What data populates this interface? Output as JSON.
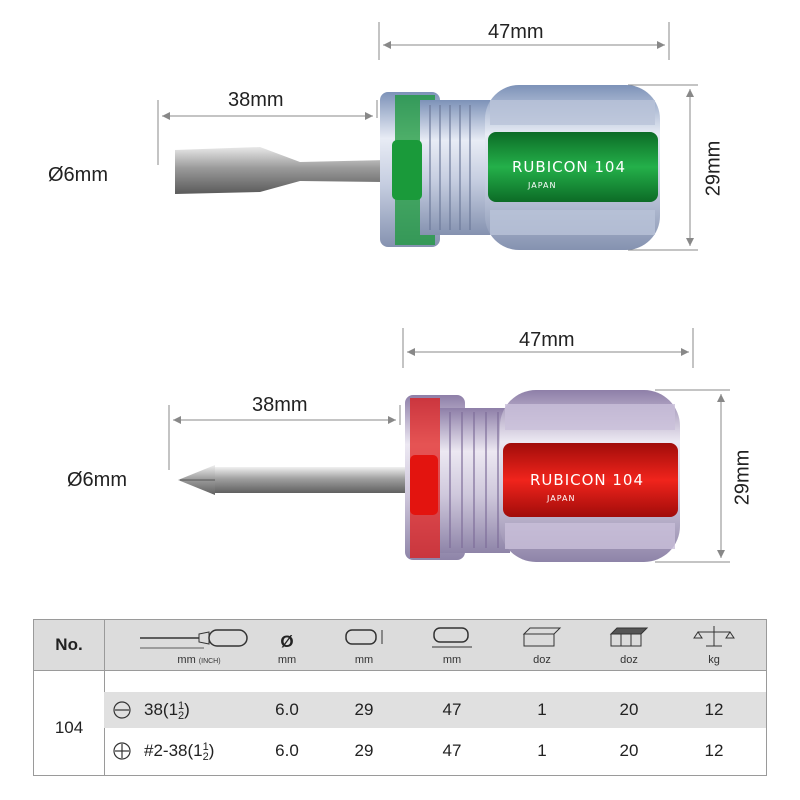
{
  "tool1": {
    "brand": "RUBICON 104",
    "origin": "JAPAN",
    "total_length": "47mm",
    "blade_length": "38mm",
    "height": "29mm",
    "diameter": "Ø6mm",
    "color": "#1a9a3a"
  },
  "tool2": {
    "brand": "RUBICON 104",
    "origin": "JAPAN",
    "total_length": "47mm",
    "blade_length": "38mm",
    "height": "29mm",
    "diameter": "Ø6mm",
    "color": "#e3140f"
  },
  "table": {
    "header": {
      "no": "No.",
      "length_unit": "mm",
      "length_unit_inch": "(INCH)",
      "diameter_symbol": "Ø",
      "diameter_unit": "mm",
      "width_unit": "mm",
      "total_unit": "mm",
      "inner_unit": "doz",
      "outer_unit": "doz",
      "weight_unit": "kg"
    },
    "model": "104",
    "rows": [
      {
        "type": "slotted",
        "size_main": "38(1",
        "size_whole": "1",
        "size_num": "1",
        "size_den": "2",
        "size_prefix": "38(",
        "diameter": "6.0",
        "width": "29",
        "length": "47",
        "inner": "1",
        "outer": "20",
        "weight": "12"
      },
      {
        "type": "phillips",
        "size_prefix": "#2-38(",
        "size_whole": "1",
        "size_num": "1",
        "size_den": "2",
        "diameter": "6.0",
        "width": "29",
        "length": "47",
        "inner": "1",
        "outer": "20",
        "weight": "12"
      }
    ]
  }
}
